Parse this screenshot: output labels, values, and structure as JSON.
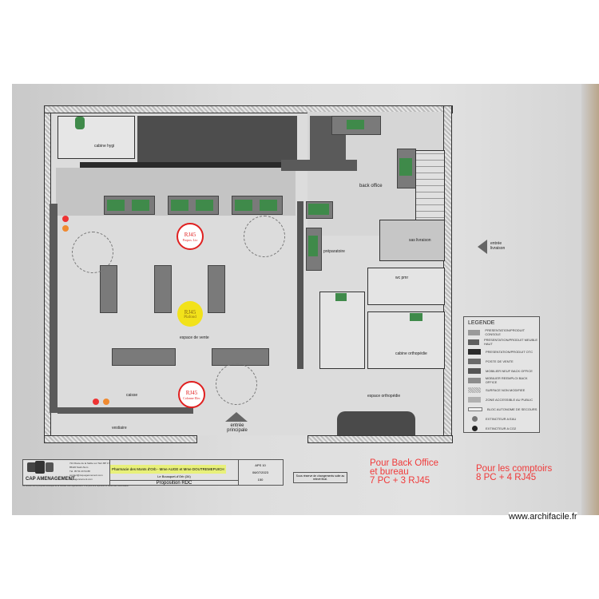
{
  "plan": {
    "rooms": {
      "cabine_hygi": "cabine hygi",
      "back_office": "back office",
      "preparatoire": "préparatoire",
      "sas_livraison": "sas livraison",
      "wc_pmr": "wc pmr",
      "cabine_ortho": "cabine orthopédie",
      "espace_ortho": "espace orthopédie",
      "espace_vente": "espace de vente",
      "entree_principale": "entrée principale",
      "entree_livraison": "entrée livraison",
      "vestiaire": "vestiaire",
      "caisse": "caisse"
    },
    "rj45_markers": [
      {
        "label": "RJ45",
        "sub": "Propos. Lio",
        "color": "#e02020"
      },
      {
        "label": "RJ45",
        "sub": "Plafond",
        "color": "#f2e21a"
      },
      {
        "label": "RJ45",
        "sub": "Colonne Elec",
        "color": "#e02020"
      }
    ],
    "colors": {
      "furniture_green": "#3f8a4a",
      "dark_shelving": "#4d4d4d",
      "rj45_red": "#e02020",
      "rj45_yellow": "#f2e21a"
    }
  },
  "legend": {
    "title": "LEGENDE",
    "items": [
      {
        "label": "PRESENTATION/PRODUIT CONSOLE",
        "color": "#9a9a9a"
      },
      {
        "label": "PRESENTATION/PRODUIT MEUBLE HAUT",
        "color": "#5e5e5e"
      },
      {
        "label": "PRESENTATION/PRODUIT OTC",
        "color": "#2a2a2a"
      },
      {
        "label": "POSTE DE VENTE",
        "color": "#6a6a6a"
      },
      {
        "label": "MOBILIER NEUF BACK OFFICE",
        "color": "#555555"
      },
      {
        "label": "MOBILIER REEMPLOI BACK OFFICE",
        "color": "#8c8c8c"
      },
      {
        "label": "SURFACE NON MODIFIEE",
        "color": "#c4c4c4"
      },
      {
        "label": "ZONE ACCESSIBLE AU PUBLIC",
        "color": "#b0b0b0"
      },
      {
        "label": "BLOC AUTONOME DE SECOURS",
        "color": "#e0e0e0"
      },
      {
        "label": "EXTINCTEUR A EAU",
        "color": "#777777"
      },
      {
        "label": "EXTINCTEUR A CO2",
        "color": "#222222"
      }
    ]
  },
  "title_block": {
    "company": "CAP AMENAGEMENT",
    "address": "724 Route de la Sable sur Tarn BP 17",
    "city": "85420 Saint-Nom",
    "phone": "Tél. 05 53 20 54 88",
    "email": "contact@cap-agencement.com",
    "web": "cap-agencement.com",
    "project": "Pharmacie des Monts d'Orb - Mme AUGE et Mme DOUTREMEPUICH",
    "location": "Le Bousquet-d'Orb (34)",
    "drawing_title": "Proposition RDC",
    "phase": "APS 10",
    "date": "06/07/2023",
    "scale": "150",
    "note": "Sous réserve de changements suite au relevé final.",
    "copyright": "Ce dossier est la propriété artistique de la Société CAP Agencement. Il ne peut être reproduit ou utilisé sans autorisation."
  },
  "annotations": {
    "back_office_note": [
      "Pour Back Office",
      "et bureau",
      "7 PC + 3 RJ45"
    ],
    "counters_note": [
      "Pour les comptoirs",
      "8 PC + 4 RJ45"
    ],
    "annotation_color": "#f03a3a"
  },
  "watermark": "www.archifacile.fr"
}
